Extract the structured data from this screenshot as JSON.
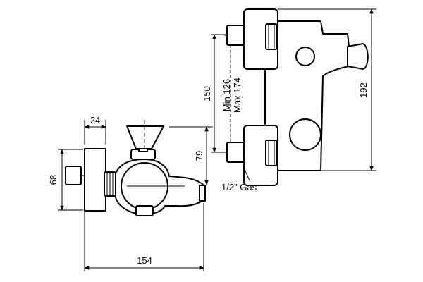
{
  "dimensions": {
    "depth_24": "24",
    "height_68": "68",
    "height_79": "79",
    "width_154": "154",
    "spacing_150": "150",
    "spacing_min": "Min 126",
    "spacing_max": "Max 174",
    "height_192": "192"
  },
  "connection_label": "1/2\" Gas",
  "colors": {
    "line": "#000000",
    "background": "#ffffff"
  }
}
